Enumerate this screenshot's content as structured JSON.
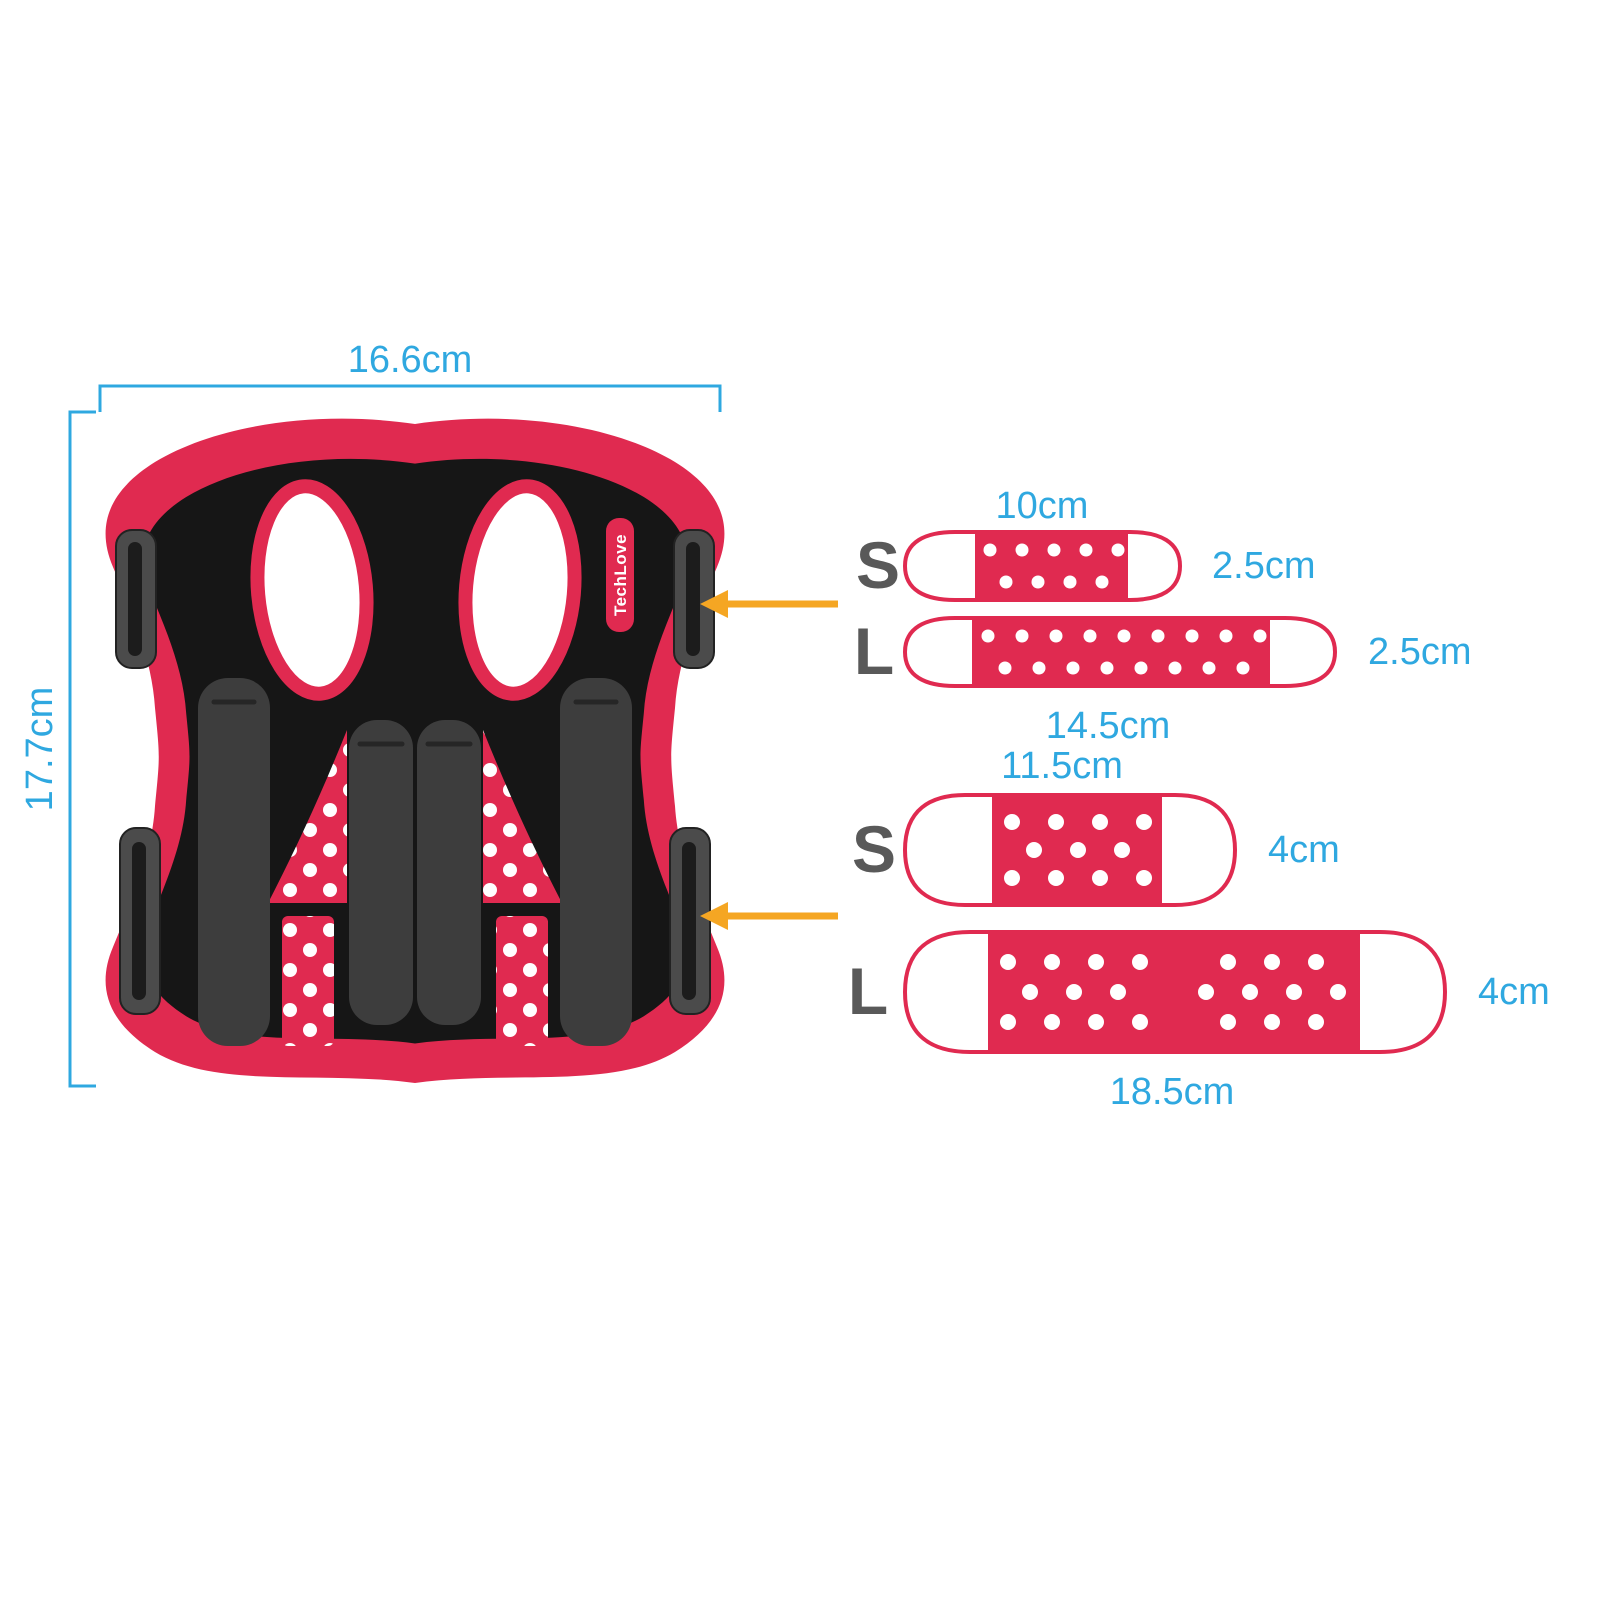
{
  "diagram": {
    "pad": {
      "width_label": "16.6cm",
      "height_label": "17.7cm",
      "brand": "TechLove"
    },
    "straps": [
      {
        "size": "S",
        "length": "10cm",
        "width": "2.5cm"
      },
      {
        "size": "L",
        "length": "14.5cm",
        "width": "2.5cm"
      },
      {
        "size": "S",
        "length": "11.5cm",
        "width": "4cm"
      },
      {
        "size": "L",
        "length": "18.5cm",
        "width": "4cm"
      }
    ],
    "colors": {
      "blue": "#2FA8E0",
      "red": "#E02A50",
      "dark": "#161616",
      "gray_label": "#595959",
      "orange": "#F5A623",
      "strip_gray": "#3D3D3D",
      "slot_gray": "#4B4B4B",
      "white": "#FFFFFF"
    }
  }
}
